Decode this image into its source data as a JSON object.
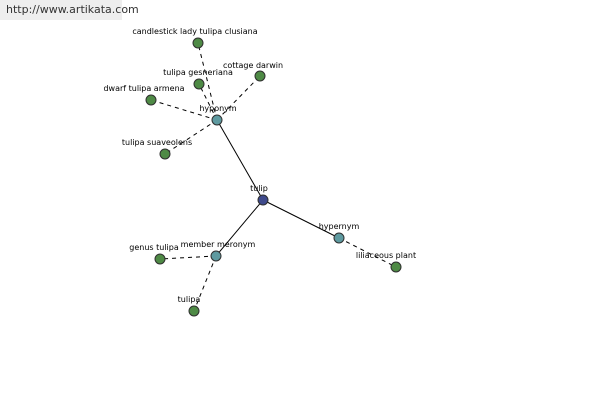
{
  "watermark": "http://www.artikata.com",
  "colors": {
    "root": "#3f4a8c",
    "relation": "#5e9aa0",
    "leaf": "#4e8a45"
  },
  "nodes": {
    "tulip": {
      "label": "tulip",
      "kind": "root"
    },
    "hyponym": {
      "label": "hyponym",
      "kind": "relation"
    },
    "hypernym": {
      "label": "hypernym",
      "kind": "relation"
    },
    "member_meronym": {
      "label": "member meronym",
      "kind": "relation"
    },
    "candlestick": {
      "label": "candlestick lady tulipa clusiana",
      "kind": "leaf"
    },
    "gesneriana": {
      "label": "tulipa gesneriana",
      "kind": "leaf"
    },
    "cottage": {
      "label": "cottage darwin",
      "kind": "leaf"
    },
    "dwarf": {
      "label": "dwarf tulipa armena",
      "kind": "leaf"
    },
    "suaveolens": {
      "label": "tulipa suaveolens",
      "kind": "leaf"
    },
    "genus": {
      "label": "genus tulipa",
      "kind": "leaf"
    },
    "tulipa": {
      "label": "tulipa",
      "kind": "leaf"
    },
    "liliaceous": {
      "label": "liliaceous plant",
      "kind": "leaf"
    }
  },
  "edges": [
    {
      "from": "tulip",
      "to": "hyponym",
      "style": "solid"
    },
    {
      "from": "tulip",
      "to": "hypernym",
      "style": "solid"
    },
    {
      "from": "tulip",
      "to": "member_meronym",
      "style": "solid"
    },
    {
      "from": "hyponym",
      "to": "candlestick",
      "style": "dashed"
    },
    {
      "from": "hyponym",
      "to": "gesneriana",
      "style": "dashed"
    },
    {
      "from": "hyponym",
      "to": "cottage",
      "style": "dashed"
    },
    {
      "from": "hyponym",
      "to": "dwarf",
      "style": "dashed"
    },
    {
      "from": "hyponym",
      "to": "suaveolens",
      "style": "dashed"
    },
    {
      "from": "hypernym",
      "to": "liliaceous",
      "style": "dashed"
    },
    {
      "from": "member_meronym",
      "to": "genus",
      "style": "dashed"
    },
    {
      "from": "member_meronym",
      "to": "tulipa",
      "style": "dashed"
    }
  ]
}
